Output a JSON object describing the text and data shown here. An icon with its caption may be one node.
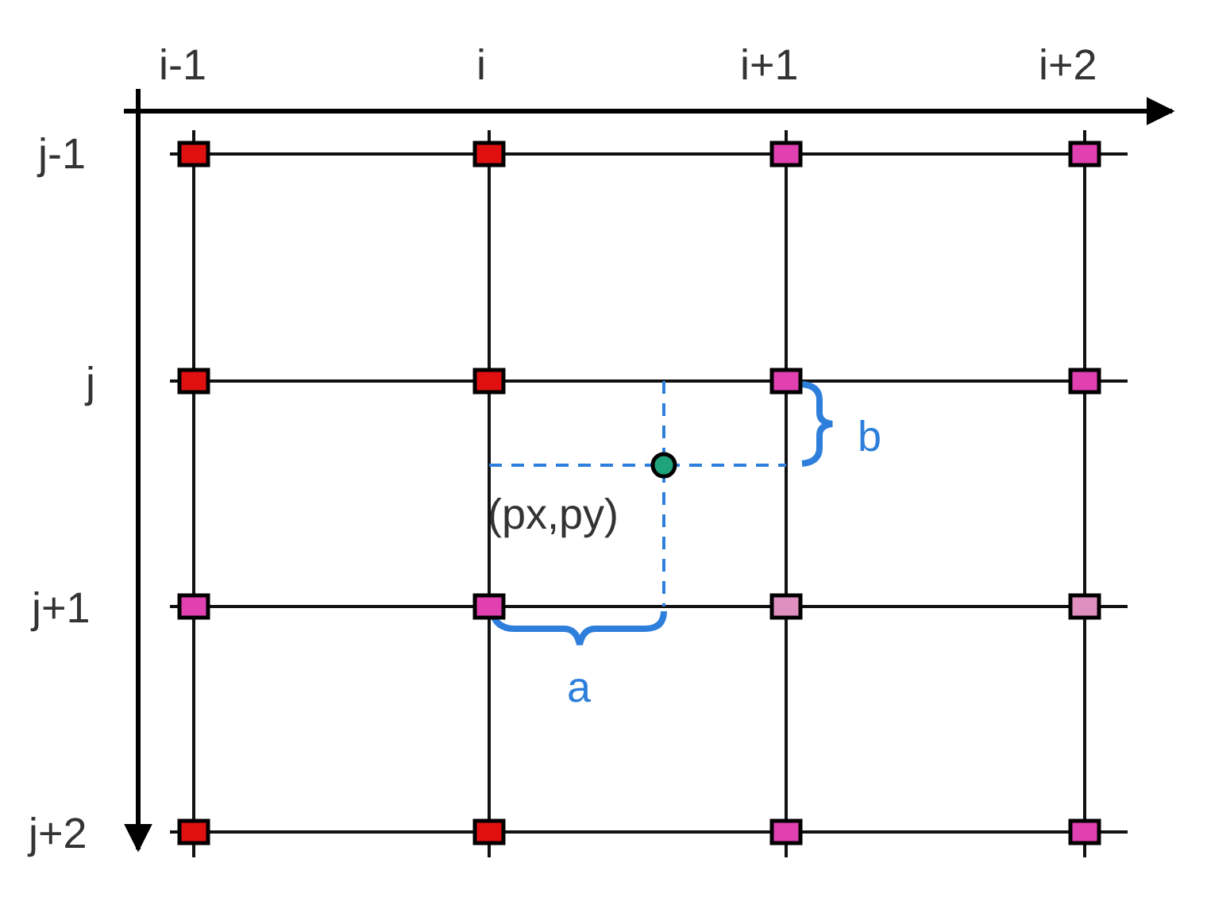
{
  "diagram": {
    "nodes": [
      {
        "text": [],
        "shape": "circle",
        "beside": [
          "(px,py)"
        ]
      }
    ],
    "labels": [
      "i-1",
      "i",
      "i+1",
      "i+2",
      "j-1",
      "j",
      "j+1",
      "j+2",
      "b",
      "a"
    ]
  }
}
